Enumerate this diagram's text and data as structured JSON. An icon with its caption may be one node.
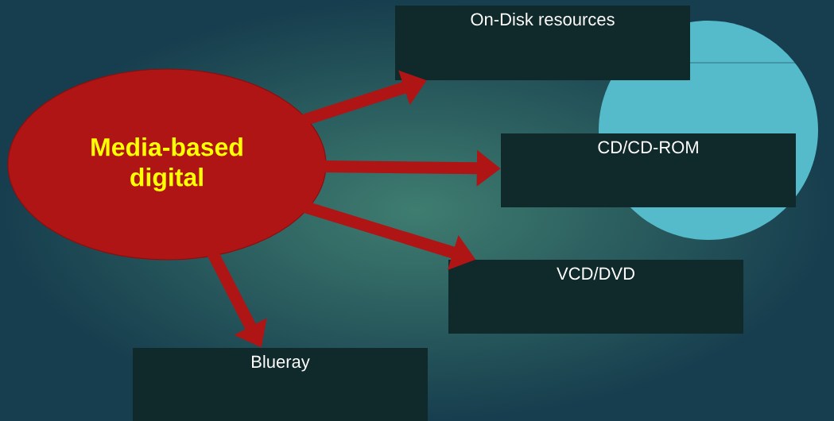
{
  "diagram": {
    "nodes": [
      {
        "text": [
          "Media-based digital"
        ]
      },
      {
        "text": [
          "On-Disk resources"
        ]
      },
      {
        "text": [
          "CD/CD-ROM"
        ]
      },
      {
        "text": [
          "VCD/DVD"
        ]
      },
      {
        "text": [
          "Blueray"
        ]
      }
    ],
    "edges": [
      {
        "from": 0,
        "to": 1,
        "arrow": "to"
      },
      {
        "from": 0,
        "to": 2,
        "arrow": "to"
      },
      {
        "from": 0,
        "to": 3,
        "arrow": "to"
      },
      {
        "from": 0,
        "to": 4,
        "arrow": "to"
      }
    ]
  }
}
